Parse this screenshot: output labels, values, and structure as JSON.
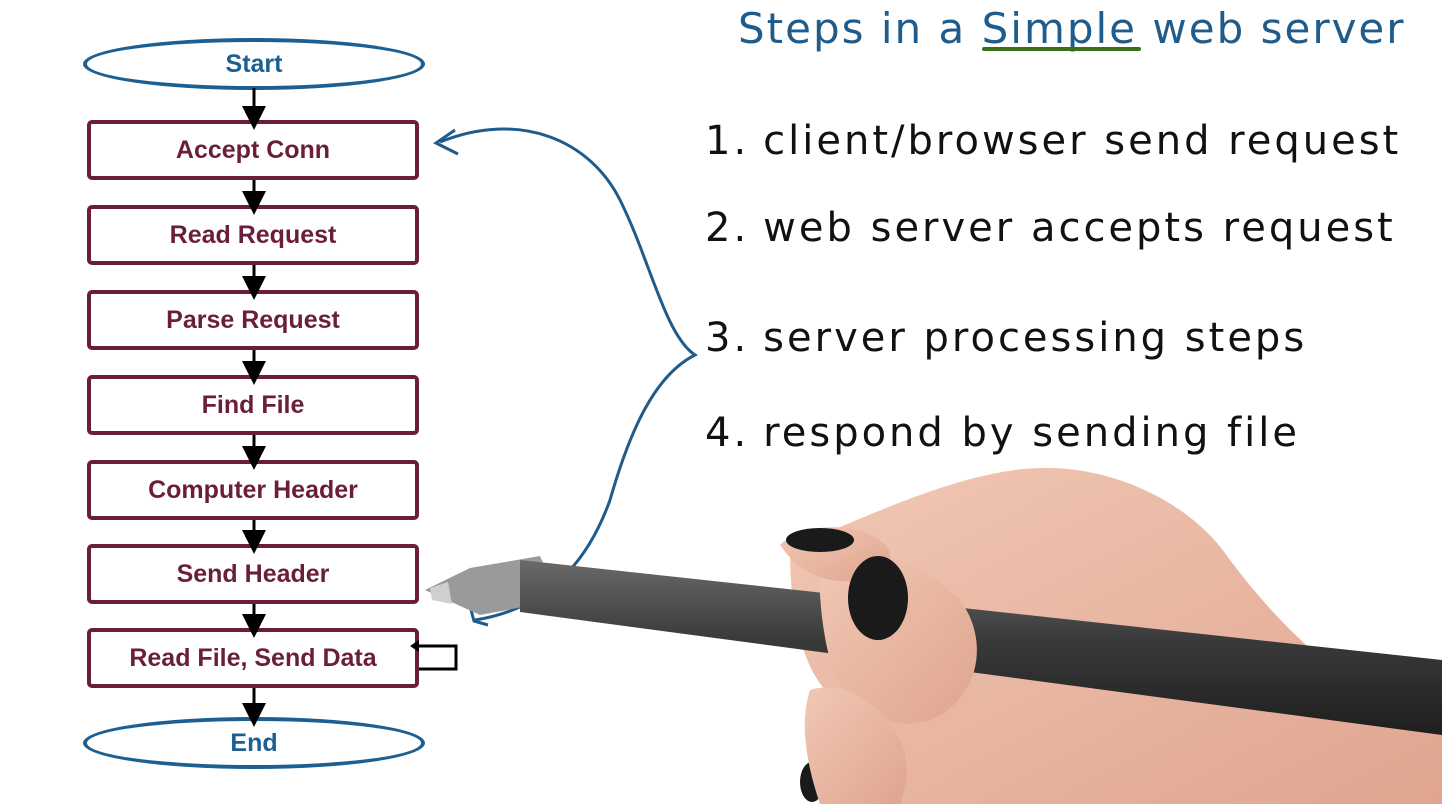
{
  "flowchart": {
    "start_label": "Start",
    "end_label": "End",
    "steps": [
      "Accept Conn",
      "Read Request",
      "Parse Request",
      "Find File",
      "Computer Header",
      "Send Header",
      "Read File, Send Data"
    ]
  },
  "notes": {
    "title_prefix": "Steps in a",
    "title_emphasis": "Simple",
    "title_suffix": "web server",
    "items": [
      {
        "number": "1.",
        "text": "client/browser send request"
      },
      {
        "number": "2.",
        "text": "web server accepts request"
      },
      {
        "number": "3.",
        "text": "server processing steps"
      },
      {
        "number": "4.",
        "text": "respond by sending file"
      }
    ]
  },
  "colors": {
    "terminal": "#1b5f93",
    "step_box": "#6b1e3c",
    "arrow": "#000000",
    "bracket_curve": "#1f5c8b",
    "handwriting": "#111111",
    "title_ink": "#1f5c8b",
    "underline": "#3b6f1d"
  }
}
